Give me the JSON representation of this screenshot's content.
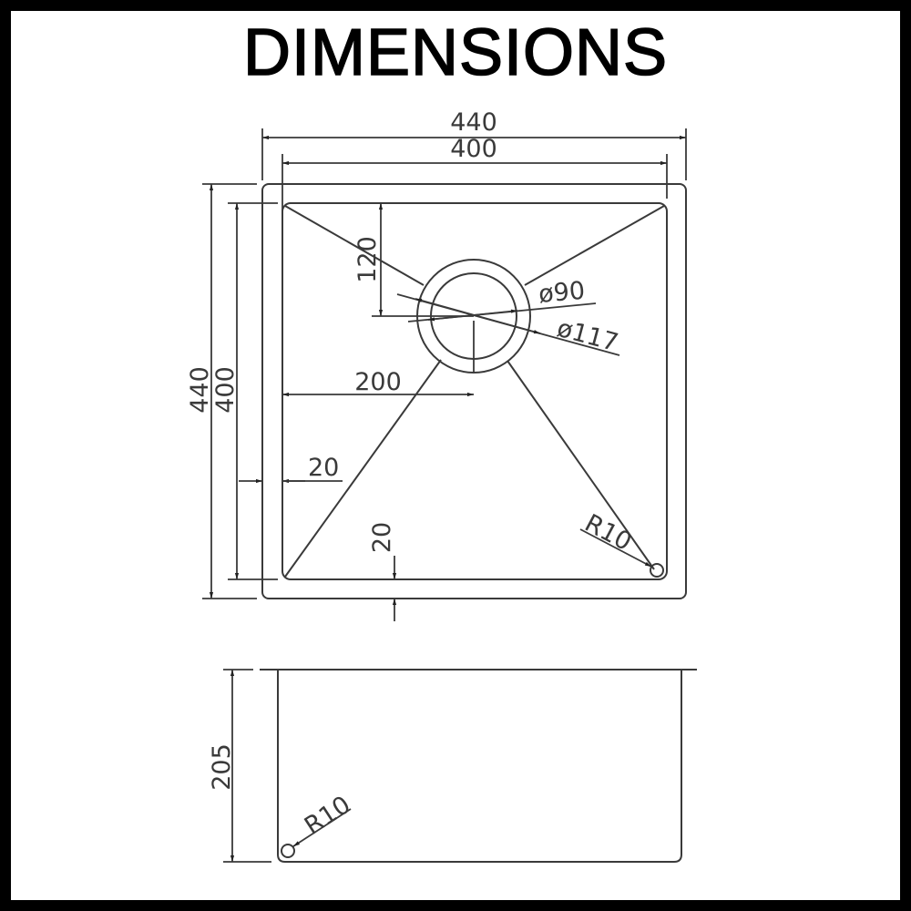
{
  "title": "DIMENSIONS",
  "top_view": {
    "overall_width": "440",
    "bowl_width": "400",
    "overall_depth": "440",
    "bowl_depth": "400",
    "drain_offset_from_back": "120",
    "drain_offset_from_side": "200",
    "drain_inner_diameter": "ø90",
    "drain_outer_diameter": "ø117",
    "rim_width_side": "20",
    "rim_width_front": "20",
    "corner_radius": "R10"
  },
  "side_view": {
    "bowl_height": "205",
    "corner_radius": "R10"
  },
  "colors": {
    "frame": "#000000",
    "background": "#ffffff",
    "line": "#3a3a3a",
    "title": "#000000"
  }
}
